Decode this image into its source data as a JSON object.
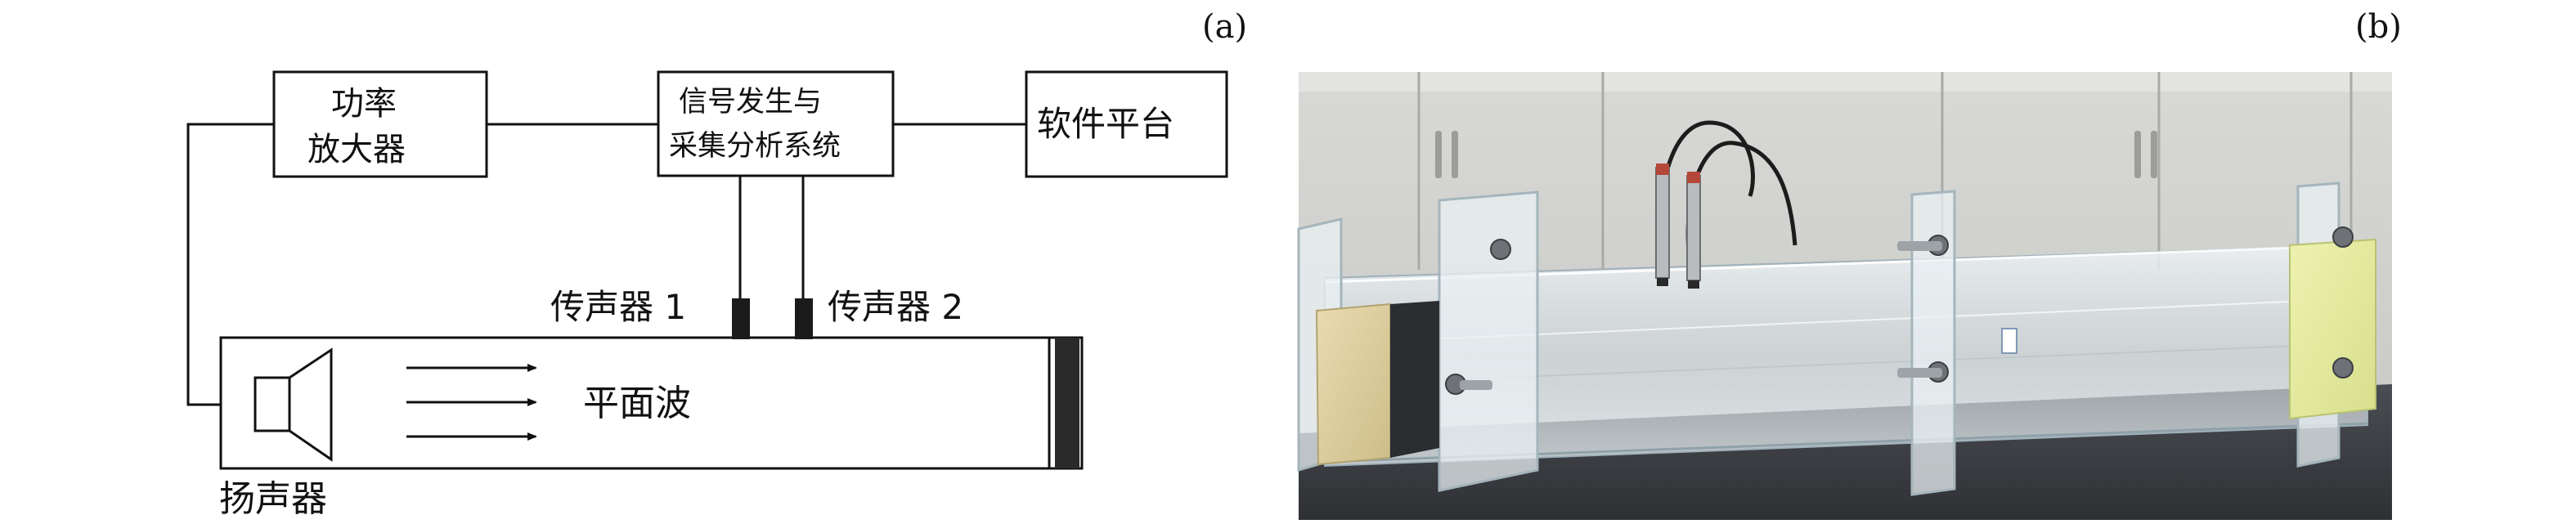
{
  "panel_a": {
    "label": "(a)",
    "power_amplifier": {
      "line1": "功率",
      "line2": "放大器"
    },
    "signal_system": {
      "line1": "信号发生与",
      "line2": "采集分析系统"
    },
    "software_platform": "软件平台",
    "microphone_1": "传声器 1",
    "microphone_2": "传声器 2",
    "plane_wave": "平面波",
    "speaker": "扬声器"
  },
  "panel_b": {
    "label": "(b)"
  }
}
